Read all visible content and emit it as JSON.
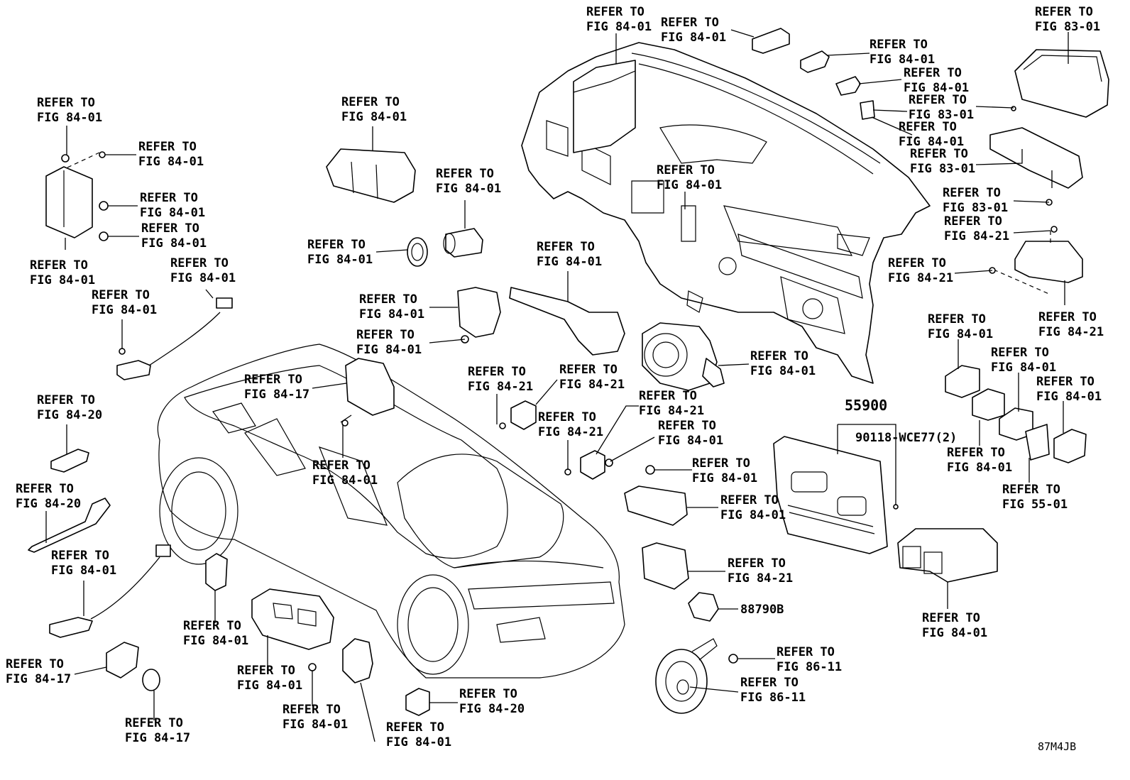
{
  "callouts": [
    {
      "l1": "REFER TO",
      "l2": "FIG 84-01"
    },
    {
      "l1": "REFER TO",
      "l2": "FIG 84-01"
    },
    {
      "l1": "REFER TO",
      "l2": "FIG 83-01"
    },
    {
      "l1": "REFER TO",
      "l2": "FIG 84-01"
    },
    {
      "l1": "REFER TO",
      "l2": "FIG 84-01"
    },
    {
      "l1": "REFER TO",
      "l2": "FIG 83-01"
    },
    {
      "l1": "REFER TO",
      "l2": "FIG 84-01"
    },
    {
      "l1": "REFER TO",
      "l2": "FIG 83-01"
    },
    {
      "l1": "REFER TO",
      "l2": "FIG 84-01"
    },
    {
      "l1": "REFER TO",
      "l2": "FIG 84-01"
    },
    {
      "l1": "REFER TO",
      "l2": "FIG 84-01"
    },
    {
      "l1": "REFER TO",
      "l2": "FIG 84-01"
    },
    {
      "l1": "REFER TO",
      "l2": "FIG 84-01"
    },
    {
      "l1": "REFER TO",
      "l2": "FIG 84-01"
    },
    {
      "l1": "REFER TO",
      "l2": "FIG 84-01"
    },
    {
      "l1": "REFER TO",
      "l2": "FIG 84-01"
    },
    {
      "l1": "REFER TO",
      "l2": "FIG 83-01"
    },
    {
      "l1": "REFER TO",
      "l2": "FIG 84-21"
    },
    {
      "l1": "REFER TO",
      "l2": "FIG 84-01"
    },
    {
      "l1": "REFER TO",
      "l2": "FIG 84-01"
    },
    {
      "l1": "REFER TO",
      "l2": "FIG 84-01"
    },
    {
      "l1": "REFER TO",
      "l2": "FIG 84-21"
    },
    {
      "l1": "REFER TO",
      "l2": "FIG 84-01"
    },
    {
      "l1": "REFER TO",
      "l2": "FIG 84-21"
    },
    {
      "l1": "REFER TO",
      "l2": "FIG 84-01"
    },
    {
      "l1": "REFER TO",
      "l2": "FIG 84-01"
    },
    {
      "l1": "REFER TO",
      "l2": "FIG 84-01"
    },
    {
      "l1": "REFER TO",
      "l2": "FIG 84-01"
    },
    {
      "l1": "REFER TO",
      "l2": "FIG 84-17"
    },
    {
      "l1": "REFER TO",
      "l2": "FIG 84-21"
    },
    {
      "l1": "REFER TO",
      "l2": "FIG 84-21"
    },
    {
      "l1": "REFER TO",
      "l2": "FIG 84-21"
    },
    {
      "l1": "REFER TO",
      "l2": "FIG 84-21"
    },
    {
      "l1": "REFER TO",
      "l2": "FIG 84-01"
    },
    {
      "l1": "REFER TO",
      "l2": "FIG 84-20"
    },
    {
      "l1": "REFER TO",
      "l2": "FIG 84-01"
    },
    {
      "l1": "REFER TO",
      "l2": "FIG 84-01"
    },
    {
      "l1": "REFER TO",
      "l2": "FIG 84-01"
    },
    {
      "l1": "REFER TO",
      "l2": "FIG 55-01"
    },
    {
      "l1": "REFER TO",
      "l2": "FIG 84-01"
    },
    {
      "l1": "REFER TO",
      "l2": "FIG 84-20"
    },
    {
      "l1": "REFER TO",
      "l2": "FIG 84-01"
    },
    {
      "l1": "REFER TO",
      "l2": "FIG 84-01"
    },
    {
      "l1": "REFER TO",
      "l2": "FIG 84-21"
    },
    {
      "l1": "REFER TO",
      "l2": "FIG 84-01"
    },
    {
      "l1": "REFER TO",
      "l2": "FIG 84-01"
    },
    {
      "l1": "REFER TO",
      "l2": "FIG 86-11"
    },
    {
      "l1": "REFER TO",
      "l2": "FIG 84-17"
    },
    {
      "l1": "REFER TO",
      "l2": "FIG 86-11"
    },
    {
      "l1": "REFER TO",
      "l2": "FIG 84-01"
    },
    {
      "l1": "REFER TO",
      "l2": "FIG 84-20"
    },
    {
      "l1": "REFER TO",
      "l2": "FIG 84-17"
    },
    {
      "l1": "REFER TO",
      "l2": "FIG 84-01"
    }
  ],
  "part_numbers": {
    "control_assembly": "55900",
    "screw": "90118-WCE77(2)",
    "sensor": "88790B"
  },
  "drawing_code": "87M4JB"
}
